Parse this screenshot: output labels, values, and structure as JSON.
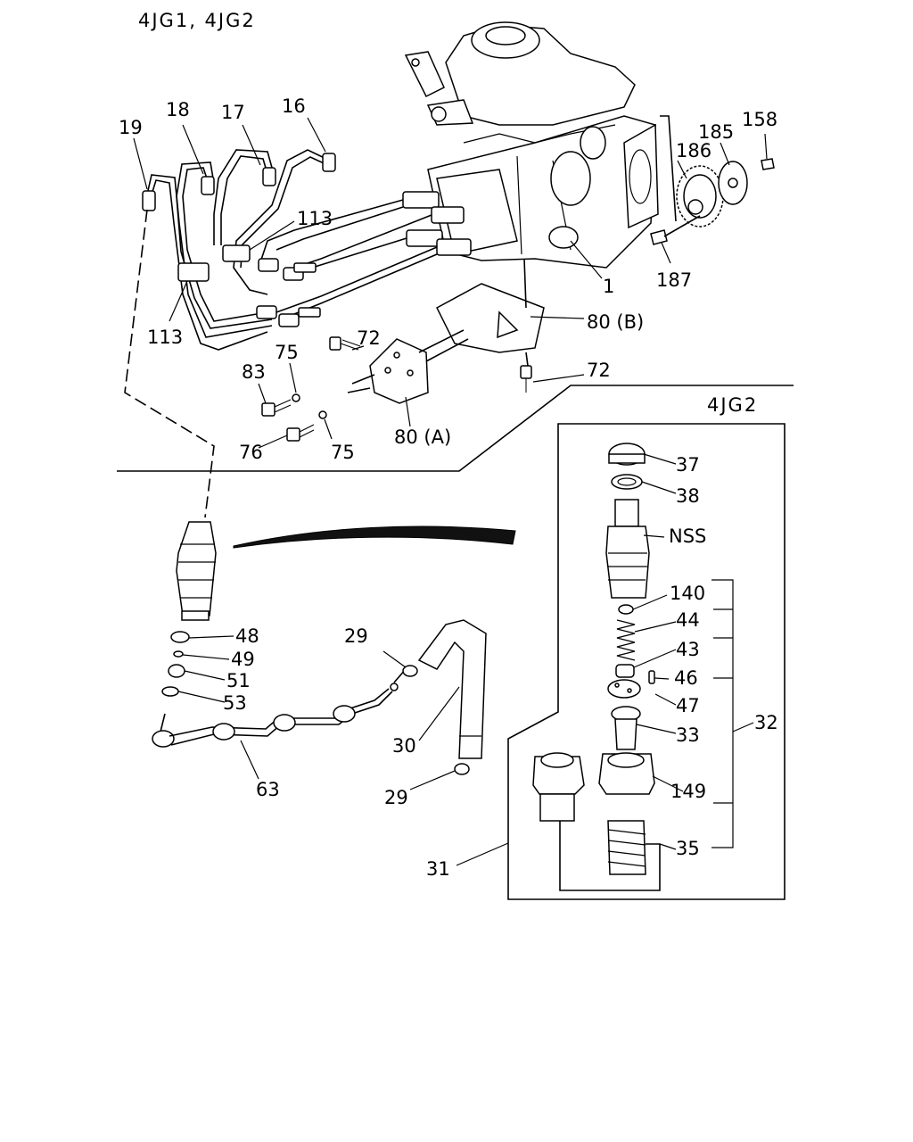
{
  "titles": {
    "engine_models": "4JG1, 4JG2",
    "inset_model": "4JG2"
  },
  "labels": {
    "p16": "16",
    "p17": "17",
    "p18": "18",
    "p19": "19",
    "p113_upper": "113",
    "p113_lower": "113",
    "p1": "1",
    "p186": "186",
    "p185": "185",
    "p158": "158",
    "p187": "187",
    "p72_upper": "72",
    "p72_lower": "72",
    "p80b": "80 (B)",
    "p80a": "80 (A)",
    "p83": "83",
    "p75_upper": "75",
    "p75_lower": "75",
    "p76": "76",
    "p48": "48",
    "p49": "49",
    "p51": "51",
    "p53": "53",
    "p63": "63",
    "p29_upper": "29",
    "p29_lower": "29",
    "p30": "30",
    "p31": "31",
    "p37": "37",
    "p38": "38",
    "nss": "NSS",
    "p140": "140",
    "p44": "44",
    "p43": "43",
    "p46": "46",
    "p47": "47",
    "p33": "33",
    "p32": "32",
    "p149": "149",
    "p35": "35"
  }
}
